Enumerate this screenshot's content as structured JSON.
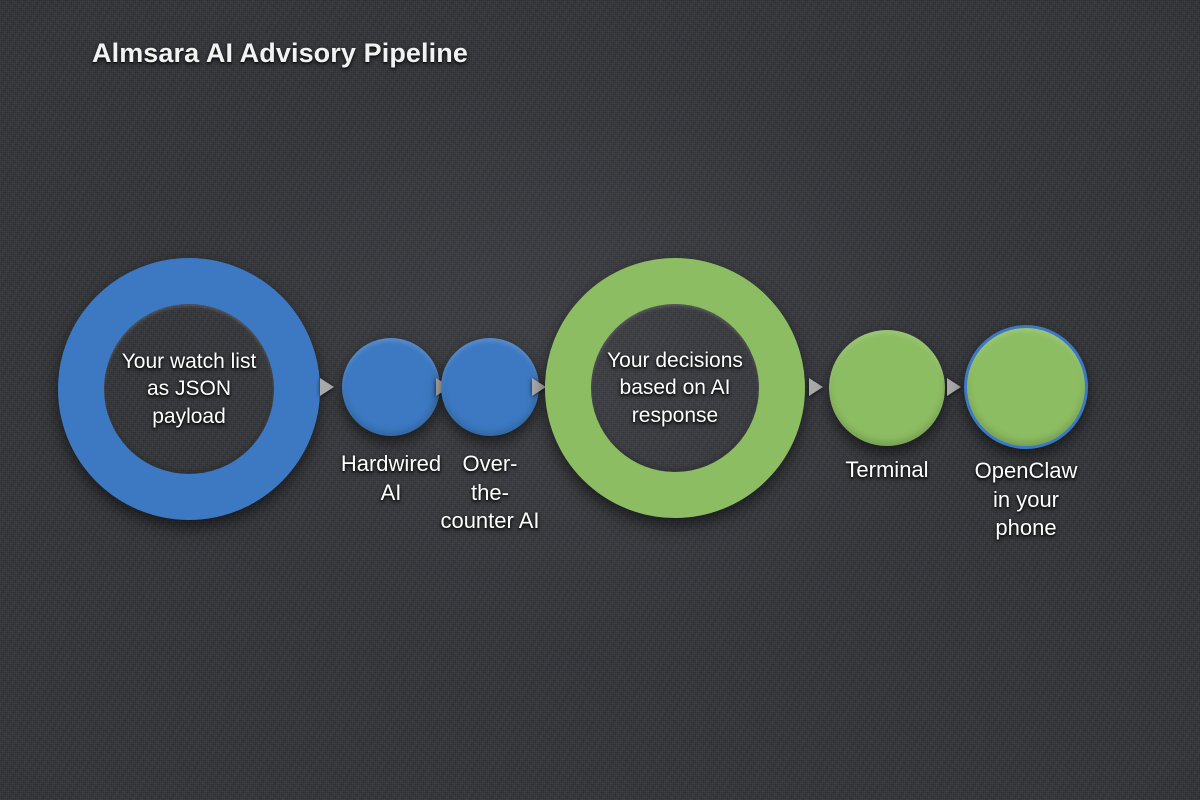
{
  "title": "Almsara AI Advisory Pipeline",
  "theme": {
    "background": "#313337",
    "blue": "#3c79c2",
    "green": "#8dbd62",
    "accent_outline": "#3c79c2",
    "arrow": "#a9a9a9",
    "text": "#ffffff"
  },
  "diagram": {
    "type": "pipeline",
    "orientation": "left-to-right",
    "nodes": [
      {
        "id": "watch-list",
        "shape": "donut",
        "color": "#3c79c2",
        "inner_text": "Your watch list\nas JSON\npayload",
        "caption": ""
      },
      {
        "id": "hardwired-ai",
        "shape": "circle",
        "color": "#3c79c2",
        "inner_text": "",
        "caption": "Hardwired\nAI"
      },
      {
        "id": "over-the-counter-ai",
        "shape": "circle",
        "color": "#3c79c2",
        "inner_text": "",
        "caption": "Over-\nthe-\ncounter AI"
      },
      {
        "id": "your-decisions",
        "shape": "donut",
        "color": "#8dbd62",
        "inner_text": "Your decisions\nbased on AI\nresponse",
        "caption": ""
      },
      {
        "id": "terminal",
        "shape": "circle",
        "color": "#8dbd62",
        "inner_text": "",
        "caption": "Terminal"
      },
      {
        "id": "openclaw-phone",
        "shape": "circle-outlined",
        "color": "#8dbd62",
        "outline_color": "#3c79c2",
        "inner_text": "",
        "caption": "OpenClaw\nin your\nphone"
      }
    ],
    "connectors": [
      {
        "from": "watch-list",
        "to": "hardwired-ai",
        "glyph": "triangle-right"
      },
      {
        "from": "hardwired-ai",
        "to": "over-the-counter-ai",
        "glyph": "triangle-right"
      },
      {
        "from": "over-the-counter-ai",
        "to": "your-decisions",
        "glyph": "triangle-right"
      },
      {
        "from": "your-decisions",
        "to": "terminal",
        "glyph": "triangle-right"
      },
      {
        "from": "terminal",
        "to": "openclaw-phone",
        "glyph": "triangle-right"
      }
    ]
  }
}
